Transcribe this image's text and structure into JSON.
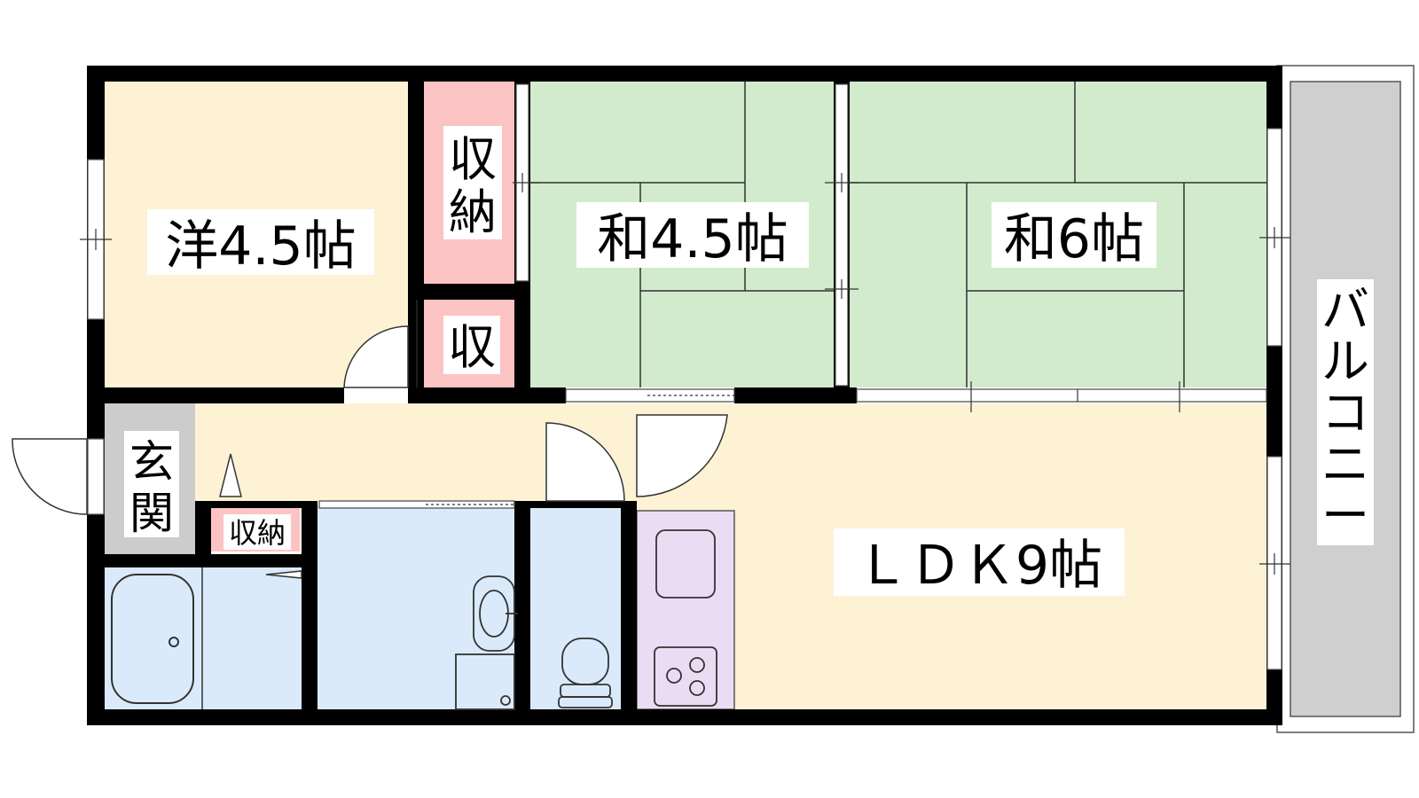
{
  "rooms": {
    "western": "洋4.5帖",
    "storage_top_line1": "収",
    "storage_top_line2": "納",
    "storage_small": "収",
    "japanese_small": "和4.5帖",
    "japanese_large": "和6帖",
    "entrance_line1": "玄",
    "entrance_line2": "関",
    "storage_entrance": "収納",
    "ldk": "ＬＤＫ9帖",
    "balcony": [
      "バ",
      "ル",
      "コ",
      "ニ",
      "ー"
    ]
  },
  "colors": {
    "western_floor": "#fdf2d4",
    "ldk_floor": "#fdf2d4",
    "storage": "#fbc3c3",
    "tatami": "#d3ebcd",
    "bath": "#dbeafb",
    "kitchen": "#ecdcf3",
    "entrance": "#cccccc",
    "balcony": "#cfcfcf",
    "wall": "#000000"
  }
}
